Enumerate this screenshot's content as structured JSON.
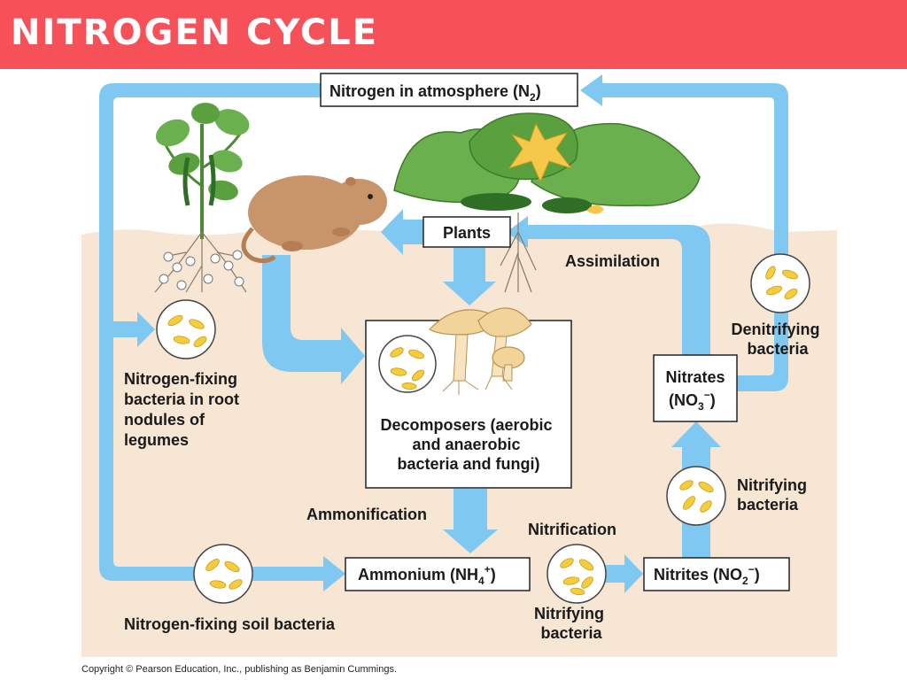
{
  "title": "NITROGEN CYCLE",
  "labels": {
    "atmosphere": "Nitrogen in atmosphere (N",
    "atmosphere_sub": "2",
    "atmosphere_close": ")",
    "plants": "Plants",
    "assimilation": "Assimilation",
    "denitrifying": [
      "Denitrifying",
      "bacteria"
    ],
    "nitrates": [
      "Nitrates",
      "(NO",
      "3",
      "−",
      ")"
    ],
    "nfix_root": [
      "Nitrogen-fixing",
      "bacteria in root",
      "nodules of",
      "legumes"
    ],
    "decomposers": [
      "Decomposers (aerobic",
      "and anaerobic",
      "bacteria and fungi)"
    ],
    "nitrifying_right": [
      "Nitrifying",
      "bacteria"
    ],
    "ammonification": "Ammonification",
    "nitrification": "Nitrification",
    "ammonium": [
      "Ammonium (NH",
      "4",
      "+",
      ")"
    ],
    "nitrites": [
      "Nitrites (NO",
      "2",
      "−",
      ")"
    ],
    "nitrifying_bottom": [
      "Nitrifying",
      "bacteria"
    ],
    "nfix_soil": "Nitrogen-fixing soil bacteria"
  },
  "copyright": "Copyright © Pearson Education, Inc., publishing as Benjamin Cummings.",
  "colors": {
    "title_bar": "#f65058",
    "arrow": "#7ec8f2",
    "soil": "#f6e6d3",
    "leaf": "#6bb04e",
    "mushroom": "#f0d49a",
    "bacteria": "#f5cc3a"
  }
}
